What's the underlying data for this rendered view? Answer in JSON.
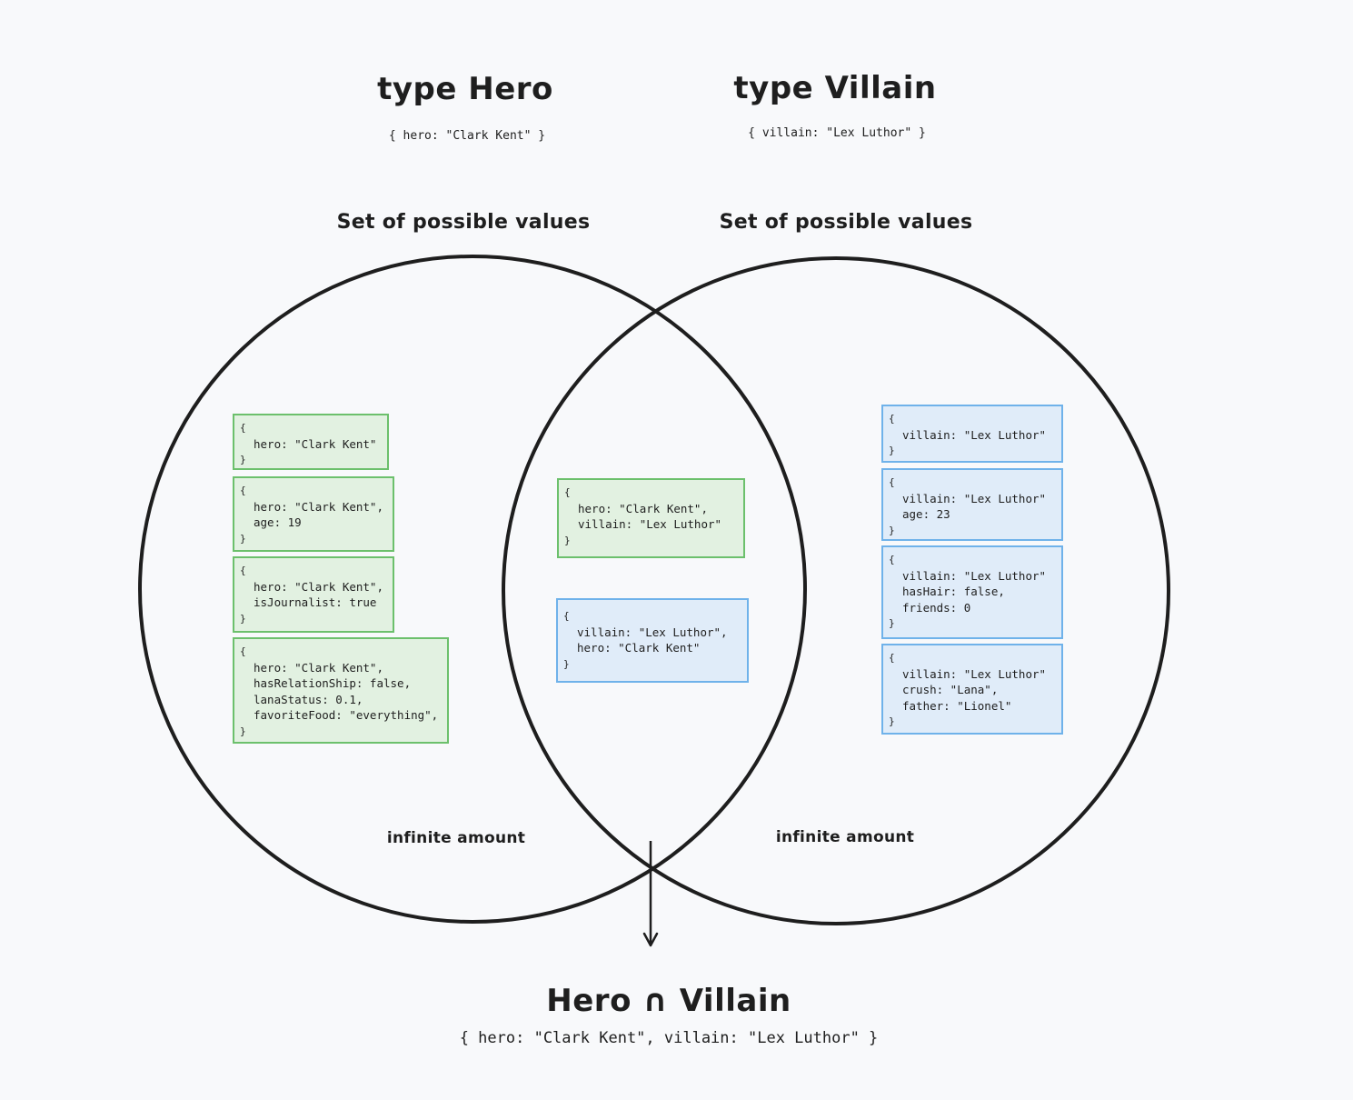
{
  "diagram": {
    "left_type": {
      "title": "type Hero",
      "signature": "{ hero: \"Clark Kent\" }",
      "set_label": "Set of possible values",
      "amount_label": "infinite amount"
    },
    "right_type": {
      "title": "type Villain",
      "signature": "{ villain: \"Lex Luthor\" }",
      "set_label": "Set of possible values",
      "amount_label": "infinite amount"
    },
    "result": {
      "title": "Hero ∩ Villain",
      "signature": "{ hero: \"Clark Kent\", villain: \"Lex Luthor\" }"
    },
    "brace_open": "{",
    "brace_close": "}",
    "hero_boxes": [
      {
        "lines": [
          "hero: \"Clark Kent\""
        ]
      },
      {
        "lines": [
          "hero: \"Clark Kent\",",
          "age: 19"
        ]
      },
      {
        "lines": [
          "hero: \"Clark Kent\",",
          "isJournalist: true"
        ]
      },
      {
        "lines": [
          "hero: \"Clark Kent\",",
          "hasRelationShip: false,",
          "lanaStatus: 0.1,",
          "favoriteFood: \"everything\","
        ]
      }
    ],
    "intersection_boxes": [
      {
        "lines": [
          "hero: \"Clark Kent\",",
          "villain: \"Lex Luthor\""
        ]
      },
      {
        "lines": [
          "villain: \"Lex Luthor\",",
          "hero: \"Clark Kent\""
        ]
      }
    ],
    "villain_boxes": [
      {
        "lines": [
          "villain: \"Lex Luthor\""
        ]
      },
      {
        "lines": [
          "villain: \"Lex Luthor\"",
          "age: 23"
        ]
      },
      {
        "lines": [
          "villain: \"Lex Luthor\"",
          "hasHair: false,",
          "friends: 0"
        ]
      },
      {
        "lines": [
          "villain: \"Lex Luthor\"",
          "crush: \"Lana\",",
          "father: \"Lionel\""
        ]
      }
    ],
    "colors": {
      "hero_fill": "#e2f1e1",
      "hero_border": "#6cc06c",
      "villain_fill": "#e0ecf9",
      "villain_border": "#6fb2ea",
      "stroke": "#1e1e1e",
      "background": "#f8f9fb"
    }
  }
}
